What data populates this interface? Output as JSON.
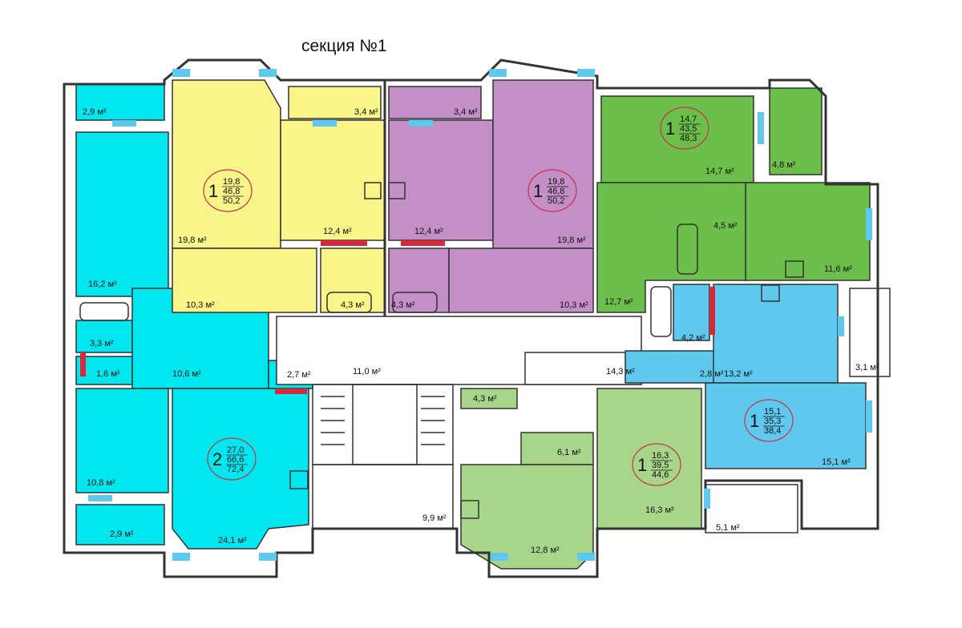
{
  "title": "секция №1",
  "colors": {
    "cyan": "#00e7ef",
    "yellow": "#f9f589",
    "purple": "#c48fc6",
    "green": "#6cbf4b",
    "light_green": "#a7d58a",
    "light_blue": "#5ec8ef",
    "hall": "#ffffff",
    "accent_red": "#d42a3c"
  },
  "rooms": [
    {
      "id": "r1",
      "label": "2,9 м²",
      "color": "cyan"
    },
    {
      "id": "r2",
      "label": "16,2 м²",
      "color": "cyan"
    },
    {
      "id": "r3",
      "label": "3,3 м²",
      "color": "cyan"
    },
    {
      "id": "r4",
      "label": "1,6 м²",
      "color": "cyan"
    },
    {
      "id": "r5",
      "label": "10,6 м²",
      "color": "cyan"
    },
    {
      "id": "r6",
      "label": "10,8 м²",
      "color": "cyan"
    },
    {
      "id": "r7",
      "label": "2,9 м²",
      "color": "cyan"
    },
    {
      "id": "r8",
      "label": "24,1 м²",
      "color": "cyan"
    },
    {
      "id": "r9",
      "label": "2,7 м²",
      "color": "cyan"
    },
    {
      "id": "r10",
      "label": "19,8 м²",
      "color": "yellow"
    },
    {
      "id": "r11",
      "label": "3,4 м²",
      "color": "yellow"
    },
    {
      "id": "r12",
      "label": "12,4 м²",
      "color": "yellow"
    },
    {
      "id": "r13",
      "label": "10,3 м²",
      "color": "yellow"
    },
    {
      "id": "r14",
      "label": "4,3 м²",
      "color": "yellow"
    },
    {
      "id": "r15",
      "label": "3,4 м²",
      "color": "purple"
    },
    {
      "id": "r16",
      "label": "12,4 м²",
      "color": "purple"
    },
    {
      "id": "r17",
      "label": "4,3 м²",
      "color": "purple"
    },
    {
      "id": "r18",
      "label": "19,8 м²",
      "color": "purple"
    },
    {
      "id": "r19",
      "label": "10,3 м²",
      "color": "purple"
    },
    {
      "id": "r20",
      "label": "14,7 м²",
      "color": "green"
    },
    {
      "id": "r21",
      "label": "4,8 м²",
      "color": "green"
    },
    {
      "id": "r22",
      "label": "4,5 м²",
      "color": "green"
    },
    {
      "id": "r23",
      "label": "11,6 м²",
      "color": "green"
    },
    {
      "id": "r24",
      "label": "12,7 м²",
      "color": "green"
    },
    {
      "id": "r25",
      "label": "11,0 м²",
      "color": "hall"
    },
    {
      "id": "r26",
      "label": "14,3 м²",
      "color": "hall"
    },
    {
      "id": "r27",
      "label": "9,9 м²",
      "color": "hall"
    },
    {
      "id": "r28",
      "label": "4,3 м²",
      "color": "light_green"
    },
    {
      "id": "r29",
      "label": "6,1 м²",
      "color": "light_green"
    },
    {
      "id": "r30",
      "label": "12,8 м²",
      "color": "light_green"
    },
    {
      "id": "r31",
      "label": "16,3 м²",
      "color": "light_green"
    },
    {
      "id": "r32",
      "label": "4,2 м²",
      "color": "light_blue"
    },
    {
      "id": "r33",
      "label": "2,8 м²",
      "color": "light_blue"
    },
    {
      "id": "r34",
      "label": "13,2 м²",
      "color": "light_blue"
    },
    {
      "id": "r35",
      "label": "15,1 м²",
      "color": "light_blue"
    },
    {
      "id": "r36",
      "label": "3,1 м²",
      "color": "hall"
    },
    {
      "id": "r37",
      "label": "5,1 м²",
      "color": "hall"
    }
  ],
  "apartments": [
    {
      "id": "a1",
      "rooms": "1",
      "living": "19,8",
      "total": "46,8",
      "gross": "50,2"
    },
    {
      "id": "a2",
      "rooms": "1",
      "living": "19,8",
      "total": "46,8",
      "gross": "50,2"
    },
    {
      "id": "a3",
      "rooms": "1",
      "living": "14,7",
      "total": "43,5",
      "gross": "48,3"
    },
    {
      "id": "a4",
      "rooms": "2",
      "living": "27,0",
      "total": "66,6",
      "gross": "72,4"
    },
    {
      "id": "a5",
      "rooms": "1",
      "living": "16,3",
      "total": "39,5",
      "gross": "44,6"
    },
    {
      "id": "a6",
      "rooms": "1",
      "living": "15,1",
      "total": "35,3",
      "gross": "38,4"
    }
  ]
}
